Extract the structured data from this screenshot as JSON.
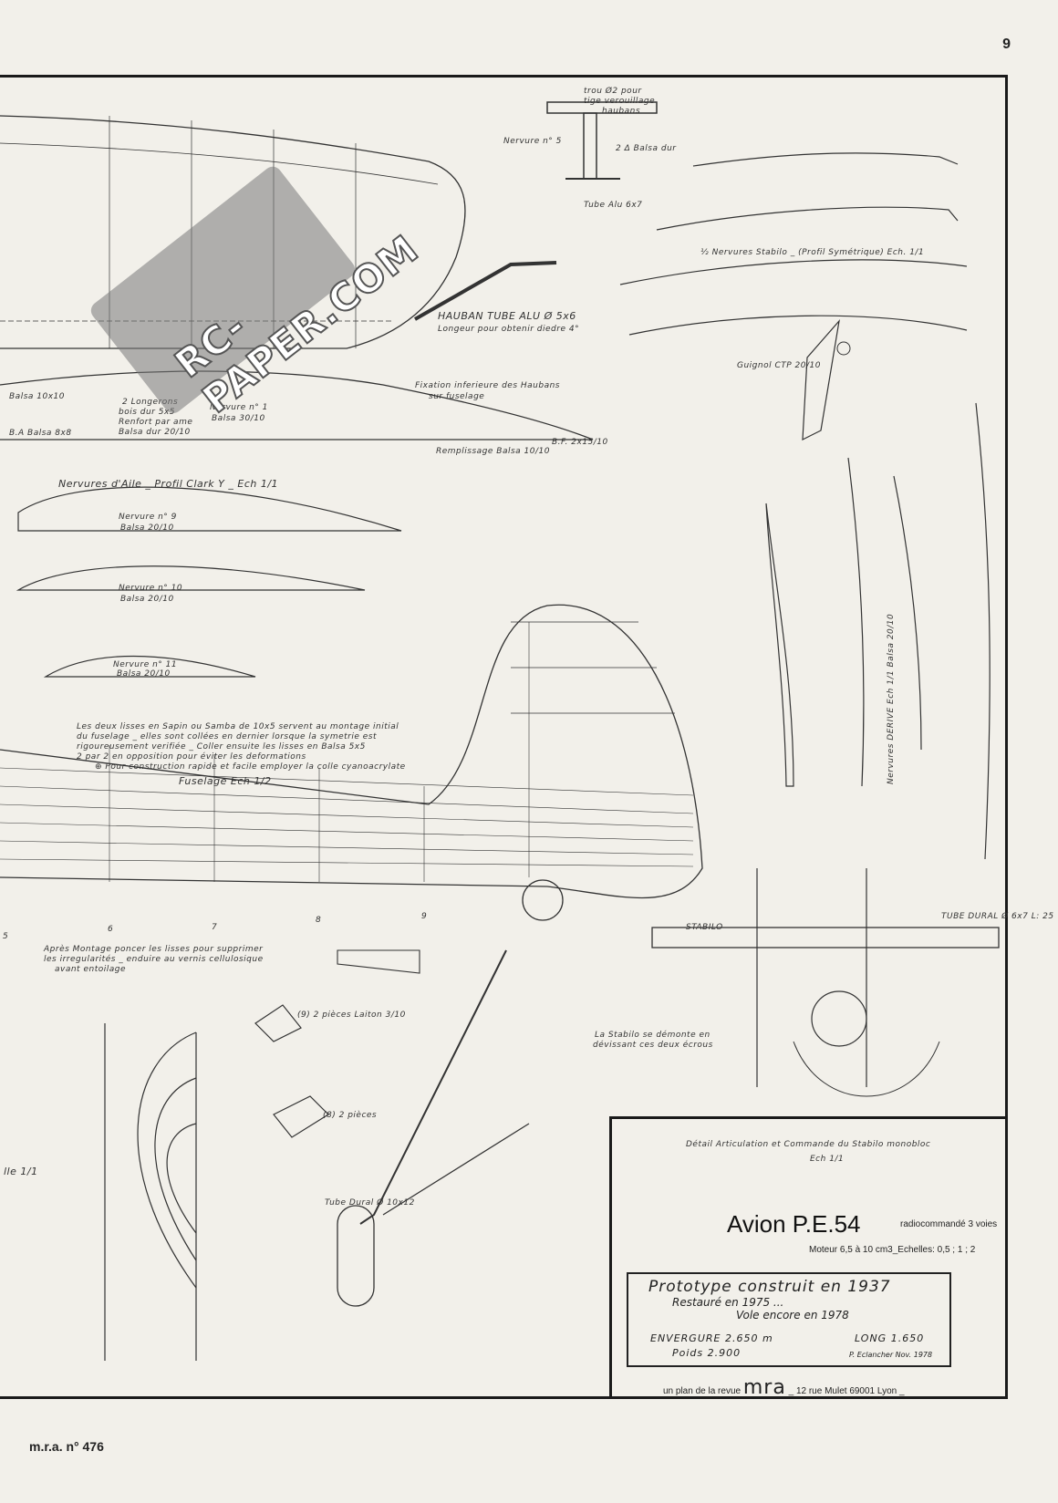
{
  "page_number": "9",
  "footer": "m.r.a. n° 476",
  "watermark": "RC-PAPER.COM",
  "labels": {
    "hauban": "HAUBAN TUBE ALU Ø 5x6",
    "hauban_sub": "Longeur pour obtenir diedre 4°",
    "fixation": "Fixation inferieure des Haubans",
    "fixation_sub": "sur fuselage",
    "stabilo_title": "½ Nervures Stabilo _ (Profil Symétrique) Ech. 1/1",
    "nervure5": "Nervure n° 5",
    "tube_alu": "Tube Alu 6x7",
    "balsa_dur": "2 Δ Balsa dur",
    "trou": "trou Ø2 pour",
    "tige": "tige verouillage",
    "haubans": "haubans",
    "guignol": "Guignol CTP 20/10",
    "ailes_title": "Nervures d'Aile _ Profil Clark Y _ Ech 1/1",
    "ba_balsa": "B.A Balsa 8x8",
    "balsa10": "Balsa 10x10",
    "longerons": "2 Longerons",
    "longerons2": "bois dur 5x5",
    "longerons3": "Renfort par ame",
    "longerons4": "Balsa dur 20/10",
    "nervure1": "Nervure n° 1",
    "nervure1b": "Balsa 30/10",
    "remplissage": "Remplissage Balsa 10/10",
    "bf": "B.F. 2x15/10",
    "nervure9": "Nervure n° 9",
    "nervure9b": "Balsa 20/10",
    "nervure10": "Nervure n° 10",
    "nervure10b": "Balsa 20/10",
    "nervure11": "Nervure n° 11",
    "nervure11b": "Balsa 20/10",
    "fuselage_note1": "Les deux lisses en Sapin ou Samba de 10x5 servent au montage initial",
    "fuselage_note2": "du fuselage _ elles sont collées en dernier lorsque la symetrie est",
    "fuselage_note3": "rigoureusement verifiée _ Coller ensuite les lisses en Balsa 5x5",
    "fuselage_note4": "2 par 2 en opposition pour éviter les deformations",
    "fuselage_note5": "⊕ Pour construction rapide et facile employer la colle cyanoacrylate",
    "fuselage_title": "Fuselage Ech 1/2",
    "apres1": "Après Montage poncer les lisses pour supprimer",
    "apres2": "les irregularités _ enduire au vernis cellulosique",
    "apres3": "avant entoilage",
    "derive": "Nervures DERIVE Ech 1/1 Balsa 20/10",
    "stabilo_part": "STABILO",
    "tube_dural": "TUBE DURAL Ø 6x7 L: 25",
    "detail_title": "Détail Articulation et Commande du Stabilo monobloc",
    "detail_ech": "Ech 1/1",
    "stabilo_note1": "La Stabilo se démonte en",
    "stabilo_note2": "dévissant ces deux écrous",
    "pieces2": "(8) 2 pièces",
    "pieces2b": "(9) 2 pièces Laiton 3/10",
    "tube_dural_train": "Tube Dural Ø 10x12",
    "echelle_label": "lle 1/1",
    "fuselage_stations": [
      "5",
      "6",
      "7",
      "8",
      "9"
    ]
  },
  "title_block": {
    "title": "Avion P.E.54",
    "subtitle": "radiocommandé 3 voies",
    "motor": "Moteur 6,5 à 10 cm3_Echelles: 0,5 ; 1 ; 2",
    "proto": "Prototype construit en 1937",
    "restored": "Restauré en 1975 ...",
    "flies": "Vole encore en 1978",
    "span": "ENVERGURE 2.650 m",
    "length": "LONG 1.650",
    "weight": "Poids 2.900",
    "author": "P. Eclancher Nov. 1978",
    "plan_prefix": "un plan de la revue",
    "brand": "mra",
    "address": "_ 12 rue Mulet 69001 Lyon _"
  }
}
